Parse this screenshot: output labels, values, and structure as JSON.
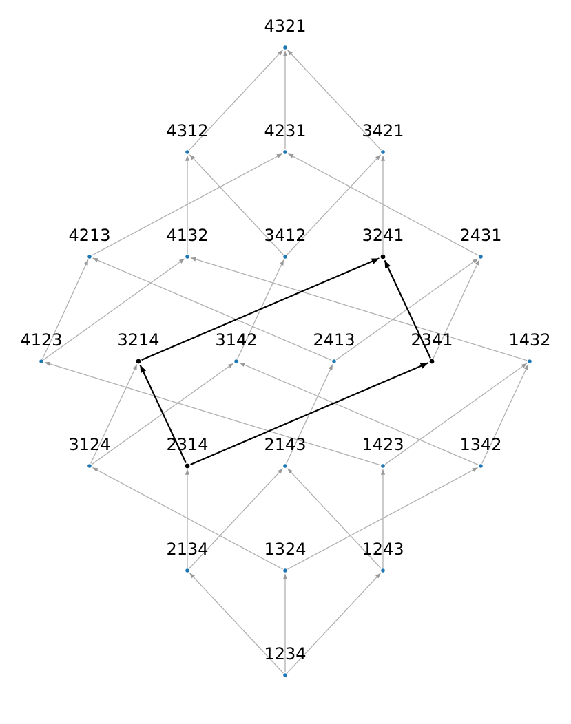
{
  "diagram": {
    "colors": {
      "node": "#1f77b4",
      "edge": "#b0b0b0",
      "highlight": "#000000"
    },
    "nodes": [
      {
        "id": "4321",
        "label": "4321",
        "level": 6
      },
      {
        "id": "4312",
        "label": "4312",
        "level": 5
      },
      {
        "id": "4231",
        "label": "4231",
        "level": 5
      },
      {
        "id": "3421",
        "label": "3421",
        "level": 5
      },
      {
        "id": "4213",
        "label": "4213",
        "level": 4
      },
      {
        "id": "4132",
        "label": "4132",
        "level": 4
      },
      {
        "id": "3412",
        "label": "3412",
        "level": 4
      },
      {
        "id": "3241",
        "label": "3241",
        "level": 4,
        "highlight": true
      },
      {
        "id": "2431",
        "label": "2431",
        "level": 4
      },
      {
        "id": "4123",
        "label": "4123",
        "level": 3
      },
      {
        "id": "3214",
        "label": "3214",
        "level": 3,
        "highlight": true
      },
      {
        "id": "3142",
        "label": "3142",
        "level": 3
      },
      {
        "id": "2413",
        "label": "2413",
        "level": 3
      },
      {
        "id": "2341",
        "label": "2341",
        "level": 3,
        "highlight": true
      },
      {
        "id": "1432",
        "label": "1432",
        "level": 3
      },
      {
        "id": "3124",
        "label": "3124",
        "level": 2
      },
      {
        "id": "2314",
        "label": "2314",
        "level": 2,
        "highlight": true
      },
      {
        "id": "2143",
        "label": "2143",
        "level": 2
      },
      {
        "id": "1423",
        "label": "1423",
        "level": 2
      },
      {
        "id": "1342",
        "label": "1342",
        "level": 2
      },
      {
        "id": "2134",
        "label": "2134",
        "level": 1
      },
      {
        "id": "1324",
        "label": "1324",
        "level": 1
      },
      {
        "id": "1243",
        "label": "1243",
        "level": 1
      },
      {
        "id": "1234",
        "label": "1234",
        "level": 0
      }
    ],
    "edges": [
      {
        "from": "1234",
        "to": "2134"
      },
      {
        "from": "1234",
        "to": "1324"
      },
      {
        "from": "1234",
        "to": "1243"
      },
      {
        "from": "2134",
        "to": "2314"
      },
      {
        "from": "2134",
        "to": "2143"
      },
      {
        "from": "1324",
        "to": "3124"
      },
      {
        "from": "1324",
        "to": "1342"
      },
      {
        "from": "1243",
        "to": "2143"
      },
      {
        "from": "1243",
        "to": "1423"
      },
      {
        "from": "3124",
        "to": "3214"
      },
      {
        "from": "3124",
        "to": "3142"
      },
      {
        "from": "2314",
        "to": "3214",
        "highlight": true
      },
      {
        "from": "2314",
        "to": "2341",
        "highlight": true
      },
      {
        "from": "2143",
        "to": "2413"
      },
      {
        "from": "1423",
        "to": "4123"
      },
      {
        "from": "1423",
        "to": "1432"
      },
      {
        "from": "1342",
        "to": "3142"
      },
      {
        "from": "1342",
        "to": "1432"
      },
      {
        "from": "4123",
        "to": "4213"
      },
      {
        "from": "4123",
        "to": "4132"
      },
      {
        "from": "3214",
        "to": "3241",
        "highlight": true
      },
      {
        "from": "3142",
        "to": "3412"
      },
      {
        "from": "2413",
        "to": "4213"
      },
      {
        "from": "2413",
        "to": "2431"
      },
      {
        "from": "2341",
        "to": "3241",
        "highlight": true
      },
      {
        "from": "2341",
        "to": "2431"
      },
      {
        "from": "1432",
        "to": "4132"
      },
      {
        "from": "4213",
        "to": "4231"
      },
      {
        "from": "4132",
        "to": "4312"
      },
      {
        "from": "3412",
        "to": "4312"
      },
      {
        "from": "3412",
        "to": "3421"
      },
      {
        "from": "3241",
        "to": "3421"
      },
      {
        "from": "2431",
        "to": "4231"
      },
      {
        "from": "4312",
        "to": "4321"
      },
      {
        "from": "4231",
        "to": "4321"
      },
      {
        "from": "3421",
        "to": "4321"
      }
    ]
  }
}
